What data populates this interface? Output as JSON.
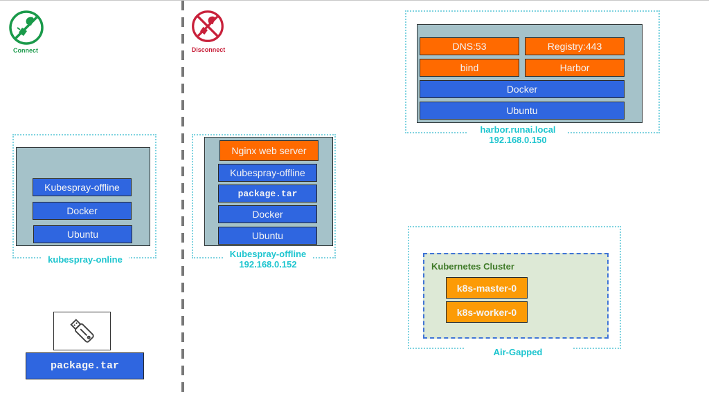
{
  "legend": {
    "connect": {
      "label": "Connect",
      "icon": "plug-connect-icon",
      "color": "#1a9a4a"
    },
    "disconnect": {
      "label": "Disconnect",
      "icon": "plug-disconnect-icon",
      "color": "#c8203a"
    }
  },
  "online_host": {
    "label": "kubespray-online",
    "layers": [
      "Kubespray-offline",
      "Docker",
      "Ubuntu"
    ]
  },
  "usb": {
    "icon": "usb-drive-icon",
    "file": "package.tar"
  },
  "offline_host": {
    "label": "Kubespray-offline",
    "ip": "192.168.0.152",
    "service": "Nginx web server",
    "layers": [
      "Kubespray-offline",
      "package.tar",
      "Docker",
      "Ubuntu"
    ]
  },
  "registry_host": {
    "label": "harbor.runai.local",
    "ip": "192.168.0.150",
    "services": [
      "DNS:53",
      "Registry:443",
      "bind",
      "Harbor"
    ],
    "layers": [
      "Docker",
      "Ubuntu"
    ]
  },
  "cluster": {
    "title": "Kubernetes Cluster",
    "nodes": [
      "k8s-master-0",
      "k8s-worker-0"
    ],
    "zone_label": "Air-Gapped"
  },
  "colors": {
    "accent_label": "#1ec5cf",
    "layer_blue": "#2f66e0",
    "service_orange": "#ff6a00",
    "node_amber": "#fc9b06",
    "host_bg": "#a5c2c9",
    "cluster_bg": "#dde9d6",
    "cluster_title": "#3f7a28"
  }
}
